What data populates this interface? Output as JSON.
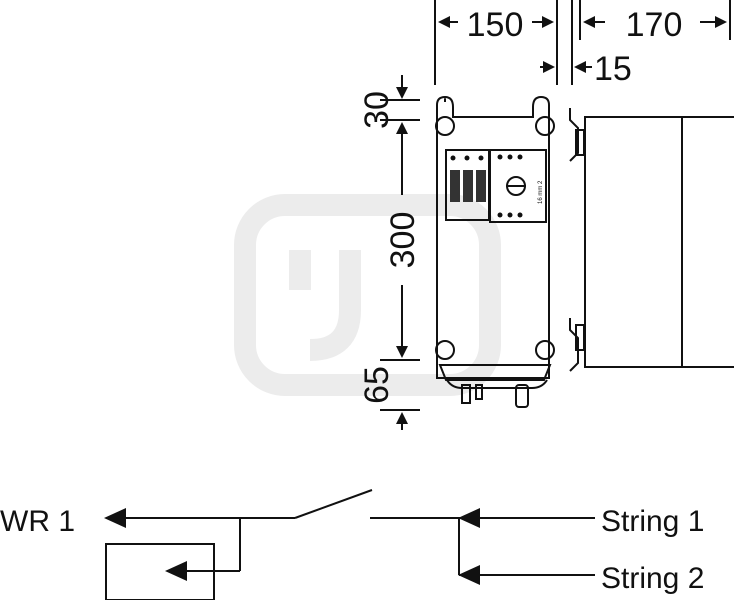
{
  "dimensions": {
    "width": "150",
    "depth": "170",
    "gap": "15",
    "top_margin": "30",
    "mounting_height": "300",
    "bottom_margin": "65"
  },
  "device": {
    "cable_label": "16 mm 2"
  },
  "schematic": {
    "output_label": "WR 1",
    "input_1_label": "String 1",
    "input_2_label": "String 2"
  },
  "colors": {
    "line": "#111111",
    "watermark": "#ececec"
  }
}
